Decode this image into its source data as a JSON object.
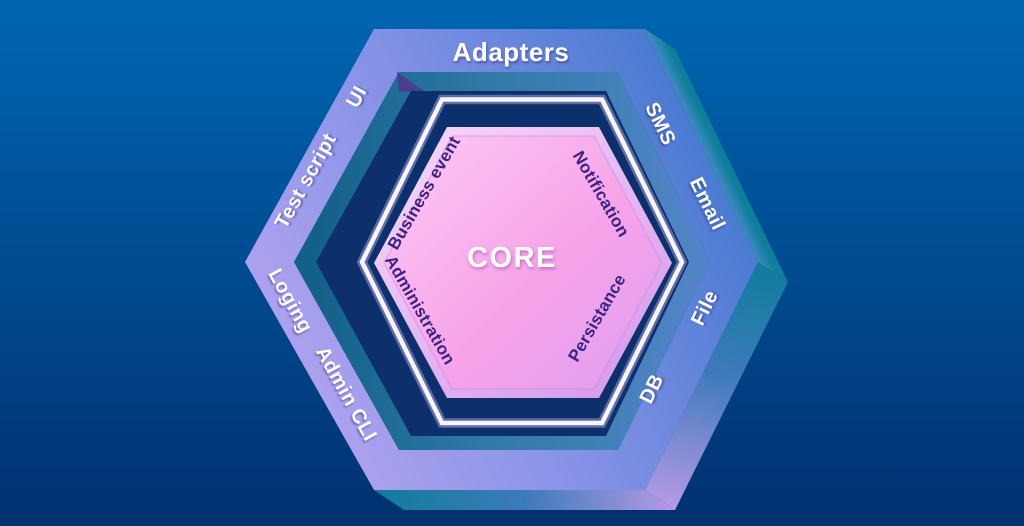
{
  "diagram": {
    "type": "hexagonal-architecture",
    "outer_ring_title": "Adapters",
    "adapters": {
      "ui": "UI",
      "test_script": "Test script",
      "sms": "SMS",
      "email": "Email",
      "loging": "Loging",
      "admin_cli": "Admin CLI",
      "file": "File",
      "db": "DB"
    },
    "core": {
      "title": "CORE",
      "ports": {
        "business_event": "Business event",
        "notification": "Notification",
        "administration": "Administration",
        "persistance": "Persistance"
      }
    }
  },
  "colors": {
    "bg_top": "#0066b2",
    "bg_bottom": "#003170",
    "ring_lavender": "#bba7f2",
    "ring_mid": "#8391e6",
    "ring_blue": "#4077cd",
    "bevel_teal": "#136089",
    "bevel_mid": "#2e7aa5",
    "bevel_blue": "#5184c6",
    "bevel_corner_purple": "#4a3e92",
    "interior_navy": "#0d2f6b",
    "outline_white": "#f7f6fe",
    "outline_halo": "#c3b9f5",
    "core_pink_light": "#fcc2f2",
    "core_pink": "#f6a3e9",
    "core_pink_deep": "#e09ff0",
    "rim_light": "#f6d4f8",
    "rim_deep": "#d49aec",
    "ext_teal": "#0f7d9c",
    "ext_blue": "#3d7aba",
    "ext_lavender": "#b79ae6",
    "ext_highlight": "#7d9cec",
    "adapter_text": "#ffffff",
    "port_text": "#3b2383",
    "core_text": "#ffffff"
  }
}
